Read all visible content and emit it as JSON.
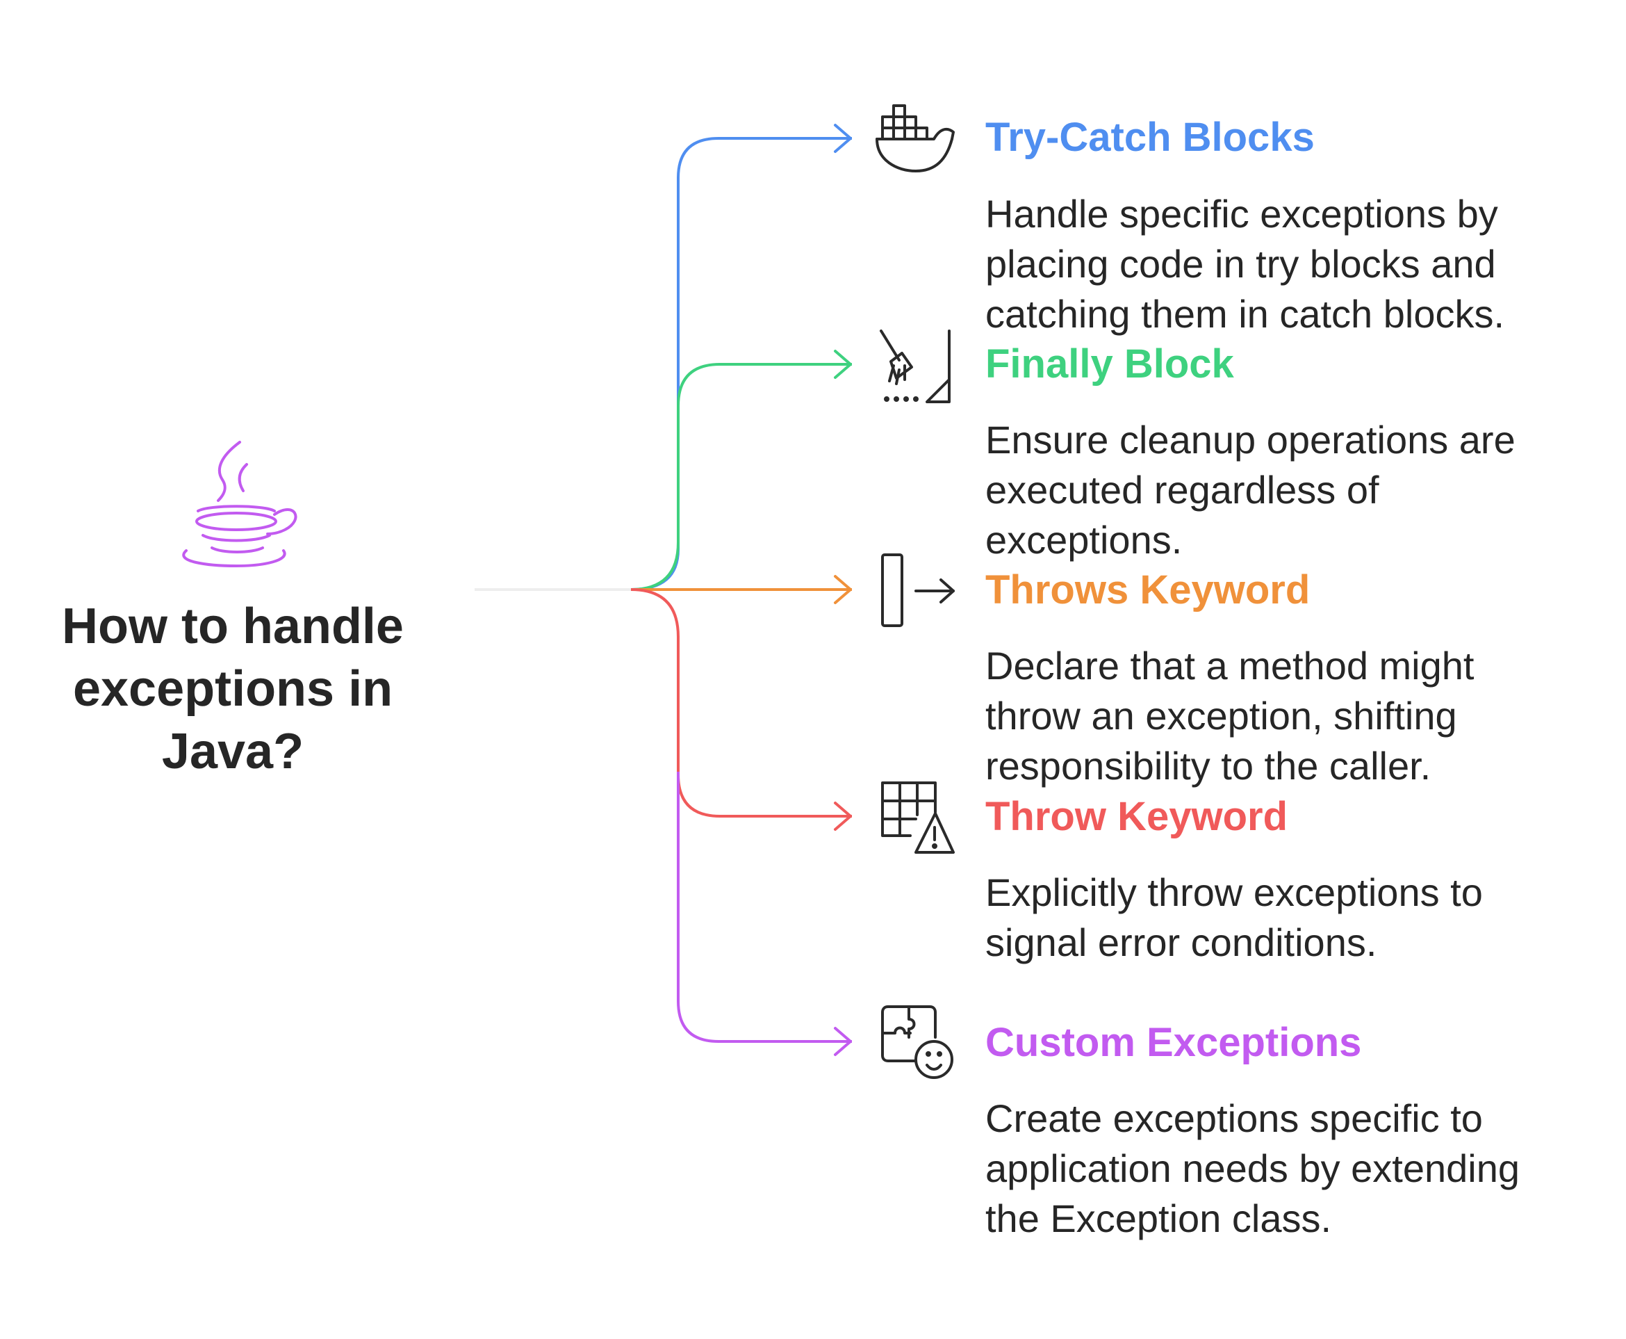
{
  "question": "How to handle exceptions in Java?",
  "center_icon": "java-coffee-cup-icon",
  "branches": [
    {
      "id": "try-catch",
      "title": "Try-Catch Blocks",
      "description": "Handle specific exceptions by placing code in try blocks and catching them in catch blocks.",
      "color": "#4f8ef0",
      "icon": "docker-whale-icon"
    },
    {
      "id": "finally",
      "title": "Finally Block",
      "description": "Ensure cleanup operations are executed regardless of exceptions.",
      "color": "#3ed17f",
      "icon": "broom-sweep-icon"
    },
    {
      "id": "throws",
      "title": "Throws Keyword",
      "description": "Declare that a method might throw an exception, shifting responsibility to the caller.",
      "color": "#f0913a",
      "icon": "exit-arrow-icon"
    },
    {
      "id": "throw",
      "title": "Throw Keyword",
      "description": "Explicitly throw exceptions to signal error conditions.",
      "color": "#f05a5a",
      "icon": "grid-warning-icon"
    },
    {
      "id": "custom",
      "title": "Custom Exceptions",
      "description": "Create exceptions specific to application needs by extending the Exception class.",
      "color": "#c25bf0",
      "icon": "puzzle-smile-icon"
    }
  ]
}
